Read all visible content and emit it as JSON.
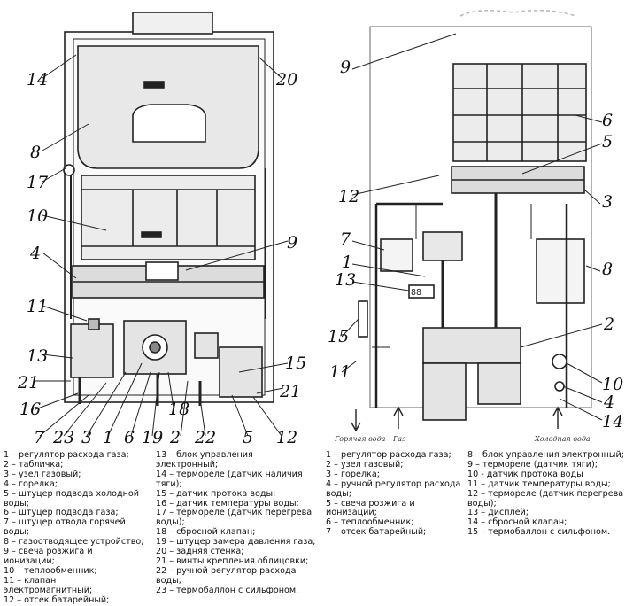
{
  "left_diagram": {
    "callouts": [
      "14",
      "20",
      "8",
      "17",
      "10",
      "9",
      "4",
      "11",
      "13",
      "15",
      "21",
      "21",
      "16",
      "7",
      "23",
      "3",
      "1",
      "6",
      "19",
      "18",
      "2",
      "22",
      "5",
      "12"
    ]
  },
  "right_diagram": {
    "callouts": [
      "9",
      "6",
      "5",
      "3",
      "12",
      "7",
      "1",
      "13",
      "8",
      "15",
      "2",
      "11",
      "10",
      "4",
      "14"
    ],
    "pipe_captions": [
      "Горячая вода",
      "Газ",
      "Холодная вода"
    ]
  },
  "legend_left": {
    "col1": [
      "1 – регулятор расхода газа;",
      "2 – табличка;",
      "3 – узел газовый;",
      "4 – горелка;",
      "5 – штуцер подвода холодной воды;",
      "6 – штуцер подвода газа;",
      "7 – штуцер отвода горячей воды;",
      "8 – газоотводящее устройство;",
      "9 – свеча розжига и ионизации;",
      "10 – теплообменник;",
      "11 – клапан электромагнитный;",
      "12 – отсек батарейный;"
    ],
    "col2": [
      "13 – блок управления электронный;",
      "14 – термореле (датчик наличия тяги);",
      "15 – датчик протока воды;",
      "16 – датчик температуры воды;",
      "17 – термореле (датчик перегрева воды);",
      "18 – сбросной клапан;",
      "19 – штуцер замера давления газа;",
      "20 – задняя стенка;",
      "21 – винты крепления облицовки;",
      "22 – ручной регулятор расхода воды;",
      "23 – термобаллон с сильфоном."
    ]
  },
  "legend_right": {
    "col1": [
      "1 – регулятор расхода газа;",
      "2 – узел газовый;",
      "3 – горелка;",
      "4 – ручной регулятор расхода воды;",
      "5 – свеча розжига и ионизации;",
      "6 – теплообменник;",
      "7 – отсек батарейный;"
    ],
    "col2": [
      "8 – блок управления электронный;",
      "9 – термореле (датчик тяги);",
      "10 - датчик протока воды",
      "11 – датчик температуры воды;",
      "12 – термореле (датчик перегрева воды);",
      "13 – дисплей;",
      "14 – сбросной клапан;",
      "15 – термобаллон с сильфоном."
    ]
  }
}
